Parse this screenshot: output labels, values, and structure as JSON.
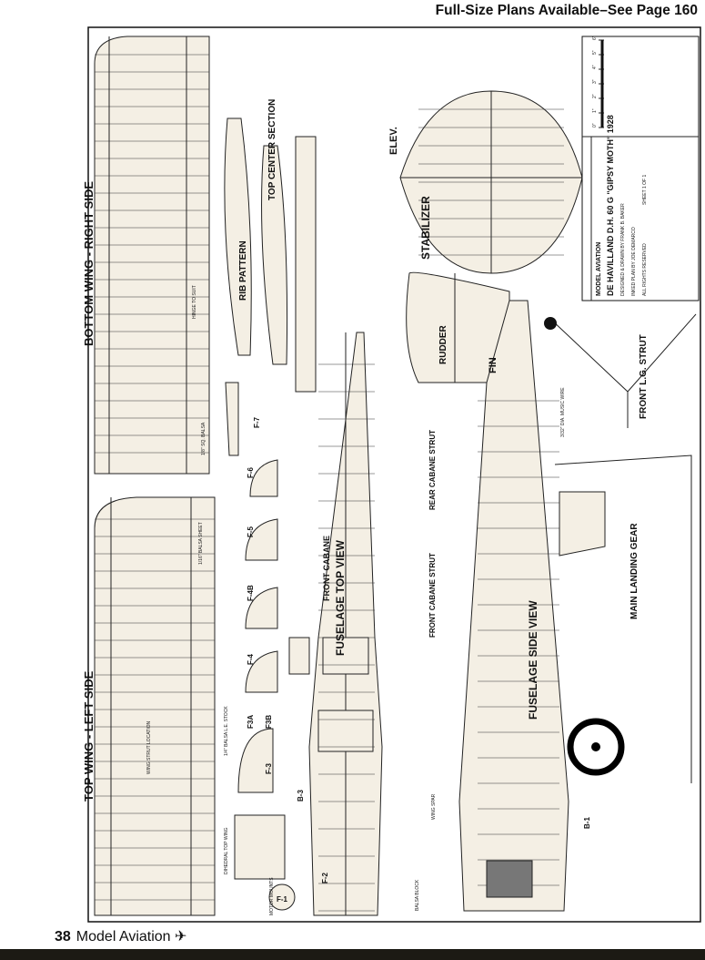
{
  "header": {
    "text": "Full-Size Plans Available–See Page 160"
  },
  "footer": {
    "page_number": "38",
    "magazine": "Model Aviation",
    "logo_icon": "airplane-icon"
  },
  "plan": {
    "labels": {
      "top_wing": "TOP WING - LEFT SIDE",
      "bottom_wing": "BOTTOM WING - RIGHT SIDE",
      "fuselage_top": "FUSELAGE TOP VIEW",
      "fuselage_side": "FUSELAGE SIDE VIEW",
      "main_gear": "MAIN LANDING GEAR",
      "front_strut": "FRONT L.G. STRUT",
      "rib_pattern": "RIB PATTERN",
      "top_center": "TOP CENTER SECTION",
      "stabilizer": "STABILIZER",
      "elevator": "ELEV.",
      "rudder": "RUDDER",
      "fin": "FIN",
      "front_cabane": "FRONT CABANE",
      "rear_cabane_strut": "REAR CABANE STRUT",
      "front_cabane_strut": "FRONT CABANE STRUT"
    },
    "formers": [
      "F-1",
      "F-2",
      "F-3",
      "F3A",
      "F3B",
      "F-4",
      "F-4B",
      "F-5",
      "F-6",
      "F-7",
      "B-1",
      "B-3"
    ],
    "notes": [
      "1/8\" SQ. BALSA",
      "1/16\" BALSA SHEET",
      "3/32\" DIA. MUSIC WIRE",
      "WING STRUT LOCATION",
      "HINGE TO SUIT",
      "1/4\" BALSA L.E. STOCK",
      "DIHEDRAL TOP WING",
      "MOTOR MOUNTS",
      "WING SPAR",
      "BALSA BLOCK"
    ]
  },
  "title_block": {
    "scale": [
      "0\"",
      "1\"",
      "2\"",
      "3\"",
      "4\"",
      "5\"",
      "6\""
    ],
    "publisher": "MODEL AVIATION",
    "model": "DE HAVILLAND D.H. 60 G \"GIPSY MOTH\" 1928",
    "designer": "DESIGNED & DRAWN BY FRANK B. BAKER",
    "inked": "INKED PLAN BY JOE DEMARCO",
    "rights": "ALL RIGHTS RESERVED",
    "sheet": "SHEET 1 OF 1"
  }
}
